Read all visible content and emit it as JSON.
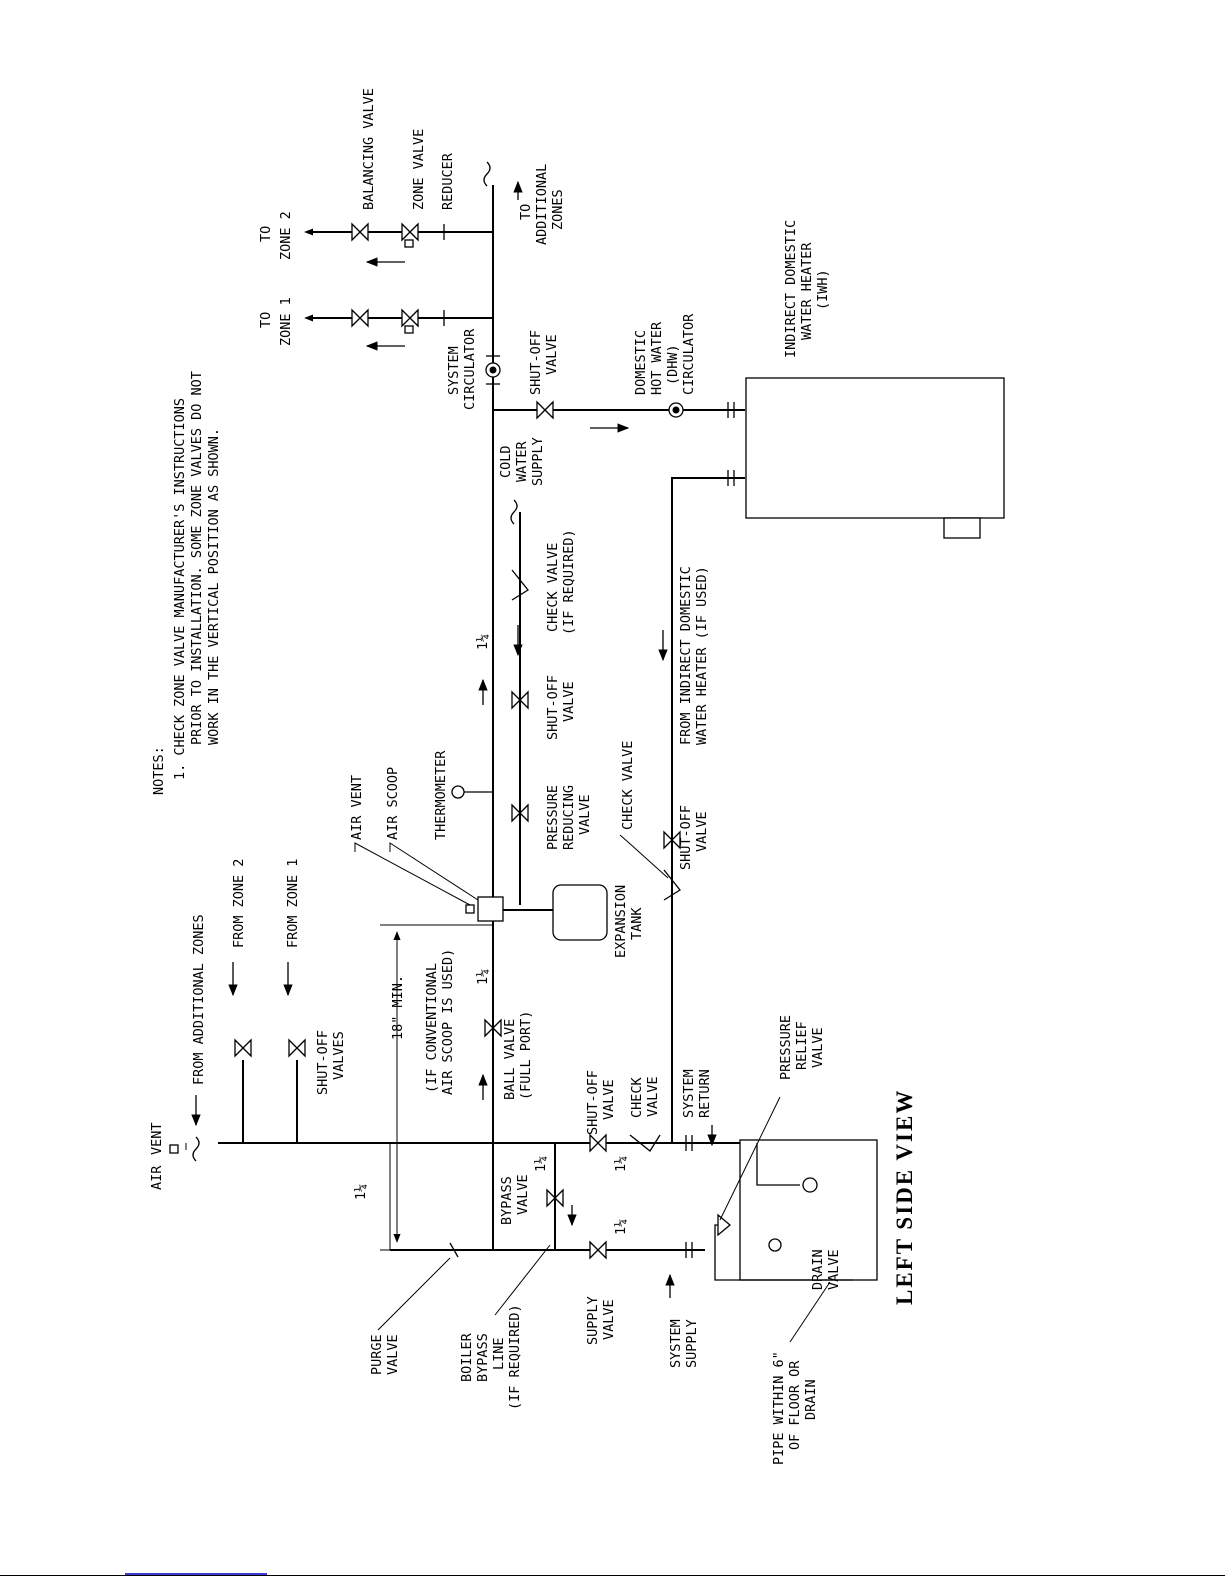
{
  "view_title": "LEFT SIDE VIEW",
  "notes": {
    "heading": "NOTES:",
    "line1": "1. CHECK ZONE VALVE MANUFACTURER'S INSTRUCTIONS",
    "line2": "PRIOR TO INSTALLATION. SOME ZONE VALVES DO NOT",
    "line3": "WORK IN THE VERTICAL POSITION AS SHOWN."
  },
  "labels": {
    "balancing_valve": "BALANCING VALVE",
    "zone_valve": "ZONE VALVE",
    "reducer": "REDUCER",
    "to_additional_zones_1": "TO",
    "to_additional_zones_2": "ADDITIONAL",
    "to_additional_zones_3": "ZONES",
    "to_zone2_1": "TO",
    "to_zone2_2": "ZONE 2",
    "to_zone1_1": "TO",
    "to_zone1_2": "ZONE 1",
    "system_circulator_1": "SYSTEM",
    "system_circulator_2": "CIRCULATOR",
    "shutoff_top_1": "SHUT-OFF",
    "shutoff_top_2": "VALVE",
    "dhw_circ_1": "DOMESTIC",
    "dhw_circ_2": "HOT WATER",
    "dhw_circ_3": "(DHW)",
    "dhw_circ_4": "CIRCULATOR",
    "iwh_1": "INDIRECT DOMESTIC",
    "iwh_2": "WATER HEATER",
    "iwh_3": "(IWH)",
    "cold_water_1": "COLD",
    "cold_water_2": "WATER",
    "cold_water_3": "SUPPLY",
    "check_valve_req_1": "CHECK VALVE",
    "check_valve_req_2": "(IF REQUIRED)",
    "from_iwh_1": "FROM INDIRECT DOMESTIC",
    "from_iwh_2": "WATER HEATER (IF USED)",
    "pipe_size": "1¼",
    "shutoff_mid_1": "SHUT-OFF",
    "shutoff_mid_2": "VALVE",
    "prv_1": "PRESSURE",
    "prv_2": "REDUCING",
    "prv_3": "VALVE",
    "thermometer": "THERMOMETER",
    "air_scoop": "AIR SCOOP",
    "air_vent_top": "AIR VENT",
    "check_valve_lower": "CHECK VALVE",
    "shutoff_lower_1": "SHUT-OFF",
    "shutoff_lower_2": "VALVE",
    "expansion_tank_1": "EXPANSION",
    "expansion_tank_2": "TANK",
    "from_additional_zones": "FROM ADDITIONAL ZONES",
    "from_zone2": "FROM ZONE 2",
    "from_zone1": "FROM ZONE 1",
    "shutoff_valves_1": "SHUT-OFF",
    "shutoff_valves_2": "VALVES",
    "air_scoop_note_1": "(IF CONVENTIONAL",
    "air_scoop_note_2": "AIR SCOOP IS USED)",
    "min_18": "18\" MIN.",
    "ball_valve_1": "BALL VALVE",
    "ball_valve_2": "(FULL PORT)",
    "air_vent_left_1": "AIR",
    "air_vent_left_2": "VENT",
    "bypass_valve_1": "BYPASS",
    "bypass_valve_2": "VALVE",
    "shutoff_ret_1": "SHUT-OFF",
    "shutoff_ret_2": "VALVE",
    "check_ret_1": "CHECK",
    "check_ret_2": "VALVE",
    "system_return_1": "SYSTEM",
    "system_return_2": "RETURN",
    "relief_1": "PRESSURE",
    "relief_2": "RELIEF",
    "relief_3": "VALVE",
    "drain_1": "DRAIN",
    "drain_2": "VALVE",
    "purge_1": "PURGE",
    "purge_2": "VALVE",
    "bypass_line_1": "BOILER",
    "bypass_line_2": "BYPASS",
    "bypass_line_3": "LINE",
    "bypass_line_4": "(IF REQUIRED)",
    "supply_valve_1": "SUPPLY",
    "supply_valve_2": "VALVE",
    "system_supply_1": "SYSTEM",
    "system_supply_2": "SUPPLY",
    "pipe_within_1": "PIPE WITHIN 6\"",
    "pipe_within_2": "OF FLOOR OR",
    "pipe_within_3": "DRAIN"
  }
}
